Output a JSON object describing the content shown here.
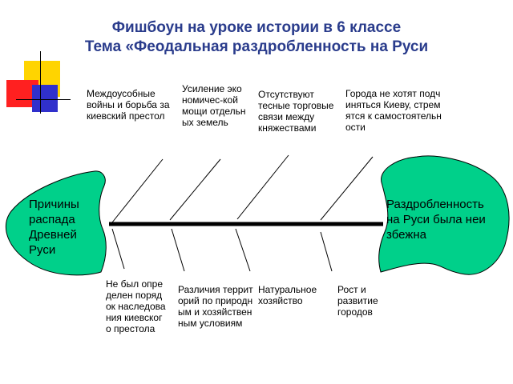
{
  "title": {
    "line1": "Фишбоун на уроке истории в 6 классе",
    "line2": "Тема «Феодальная раздробленность на Руси"
  },
  "head": {
    "text": "Причины распада Древней Руси"
  },
  "tail": {
    "text": "Раздробленность на Руси была неизбежна"
  },
  "top_causes": [
    {
      "text": "Междоусобные войны и борьба за киевский престол"
    },
    {
      "text": "Усиление экономичес-кой мощи отдельных земель"
    },
    {
      "text": "Отсутствуют тесные торговые связи между княжествами"
    },
    {
      "text": "Города не хотят подчиняться Киеву, стремятся к самостоятельности"
    }
  ],
  "bottom_causes": [
    {
      "text": "Не был определен порядок наследования киевского престола"
    },
    {
      "text": "Различия территорий по природным и хозяйственным условиям"
    },
    {
      "text": "Натуральное хозяйство"
    },
    {
      "text": "Рост и развитие городов"
    }
  ],
  "colors": {
    "title": "#2a3c8c",
    "shape_fill": "#00d08a",
    "deco_yellow": "#ffd400",
    "deco_red": "#ff2020",
    "deco_blue": "#3030cc"
  }
}
